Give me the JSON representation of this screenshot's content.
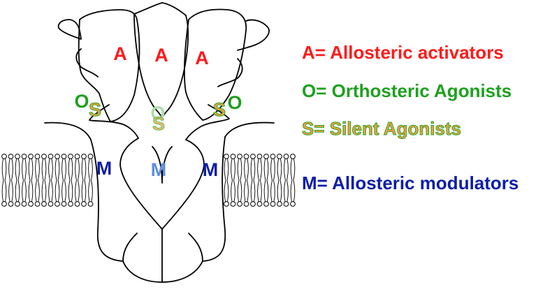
{
  "colors": {
    "activator": "#ff1a1a",
    "orthosteric": "#1fa01f",
    "silent_fill": "#f0a040",
    "silent_stroke": "#2ea52e",
    "modulator": "#0d1ea8",
    "modulator_center": "#5f8ee0",
    "orthosteric_center": "#a8e0a8",
    "outline": "#000000"
  },
  "site_labels": {
    "activator": "A",
    "orthosteric": "O",
    "silent": "S",
    "modulator": "M"
  },
  "legend": [
    {
      "key": "activator",
      "text": "A= Allosteric activators"
    },
    {
      "key": "orthosteric",
      "text": "O= Orthosteric Agonists"
    },
    {
      "key": "silent",
      "text": "S= Silent Agonists"
    },
    {
      "key": "modulator",
      "text": "M= Allosteric modulators"
    }
  ]
}
